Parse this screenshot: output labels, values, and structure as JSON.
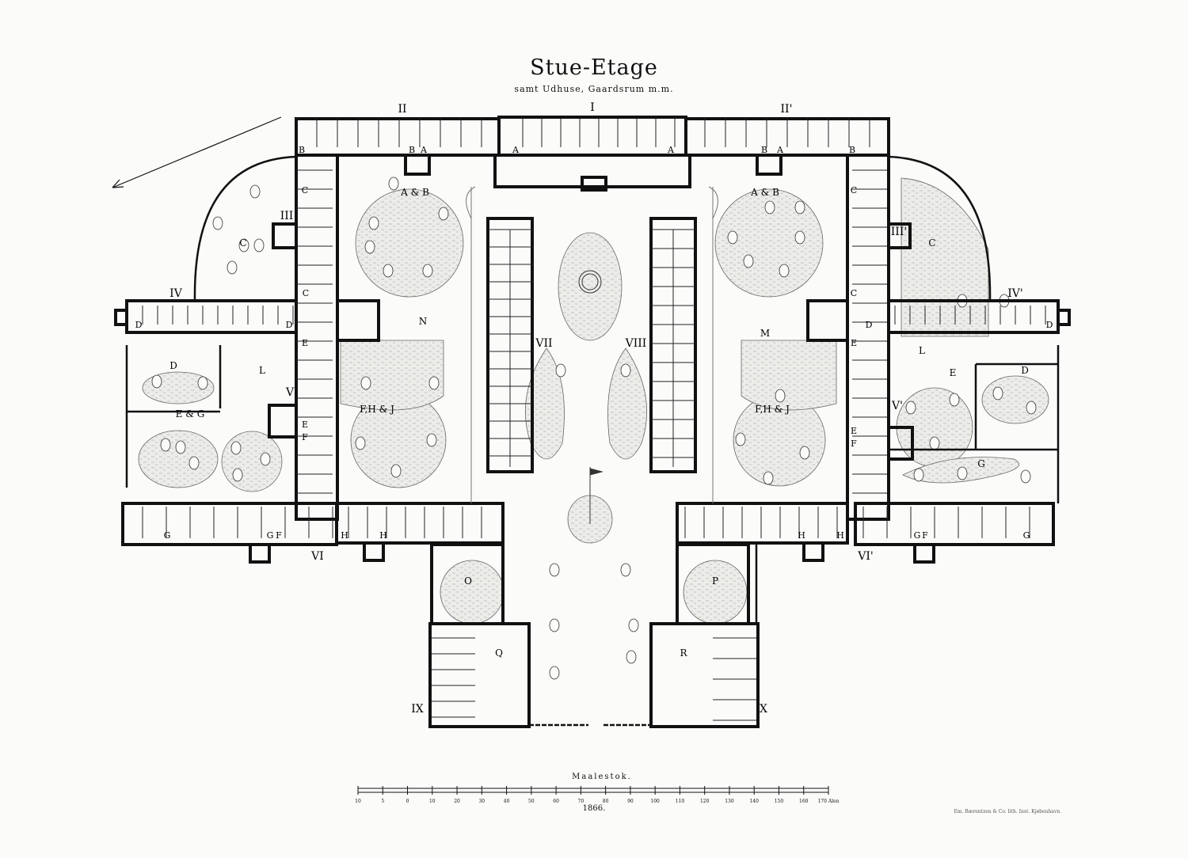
{
  "title": "Stue-Etage",
  "subtitle": "samt Udhuse, Gaardsrum m.m.",
  "scale": {
    "title": "Maalestok.",
    "ticks": [
      "10",
      "5",
      "0",
      "10",
      "20",
      "30",
      "40",
      "50",
      "60",
      "70",
      "80",
      "90",
      "100",
      "110",
      "120",
      "130",
      "140",
      "150",
      "160",
      "170 Alen"
    ],
    "year": "1866.",
    "lithographer": "Em. Bærentzen & Co. lith. Inst. Kjøbenhavn."
  },
  "wings": [
    "I",
    "II",
    "II'",
    "III",
    "III'",
    "IV",
    "IV'",
    "V",
    "V'",
    "VI",
    "VI'",
    "VII",
    "VIII",
    "IX",
    "X"
  ],
  "areas": [
    "A & B",
    "A & B",
    "C",
    "C",
    "N",
    "M",
    "L",
    "L",
    "D",
    "D",
    "E & G",
    "E",
    "G",
    "F,H & J",
    "F,H & J",
    "O",
    "P",
    "Q",
    "R"
  ],
  "letters": [
    "A",
    "A",
    "A",
    "A",
    "B",
    "B",
    "B",
    "B",
    "C",
    "C",
    "C",
    "C",
    "D",
    "D",
    "D",
    "D",
    "E",
    "E",
    "E",
    "E",
    "F",
    "F",
    "F",
    "F",
    "G",
    "G",
    "G",
    "G",
    "H",
    "H",
    "H",
    "H"
  ],
  "colors": {
    "ink": "#111111",
    "paper": "#fbfbfa",
    "garden": "#e9e9e6"
  }
}
